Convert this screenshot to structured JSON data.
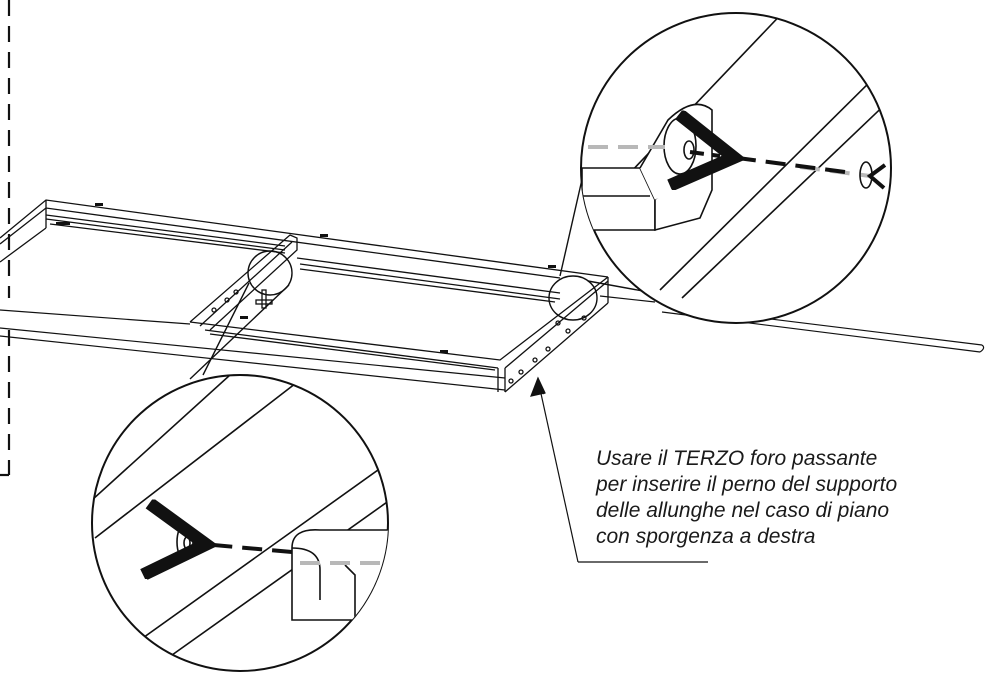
{
  "instruction_note": {
    "lines": [
      "Usare il TERZO foro passante",
      "per inserire il perno del supporto",
      "delle allunghe nel caso di piano",
      "con sporgenza a destra"
    ]
  },
  "colors": {
    "line": "#111111",
    "hidden_axis": "#b8b8b8",
    "background": "#ffffff"
  }
}
